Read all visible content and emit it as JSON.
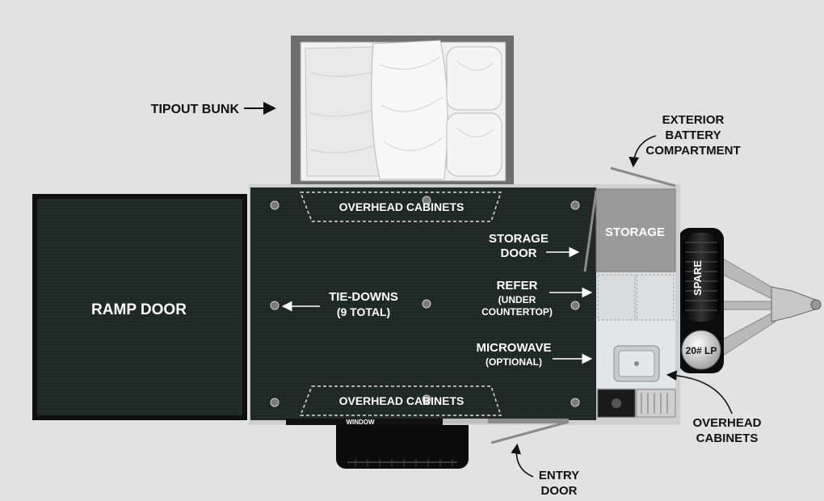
{
  "labels": {
    "tipout_bunk": "TIPOUT BUNK",
    "exterior_battery": [
      "EXTERIOR",
      "BATTERY",
      "COMPARTMENT"
    ],
    "overhead_top": "OVERHEAD CABINETS",
    "storage": "STORAGE",
    "storage_door": [
      "STORAGE",
      "DOOR"
    ],
    "ramp_door": "RAMP DOOR",
    "tie_downs": [
      "TIE-DOWNS",
      "(9 TOTAL)"
    ],
    "refer": [
      "REFER",
      "(UNDER",
      "COUNTERTOP)"
    ],
    "microwave": [
      "MICROWAVE",
      "(OPTIONAL)"
    ],
    "overhead_bottom": "OVERHEAD CABINETS",
    "window": "WINDOW",
    "spare": "SPARE",
    "lp_tank": "20# LP",
    "overhead_cabinets_callout": [
      "OVERHEAD",
      "CABINETS"
    ],
    "entry_door": [
      "ENTRY",
      "DOOR"
    ]
  },
  "colors": {
    "background": "#e2e2e2",
    "floor": "#1f2a27",
    "storage": "#9a9a9a",
    "label": "#111111",
    "label_on_dark": "#ffffff"
  }
}
